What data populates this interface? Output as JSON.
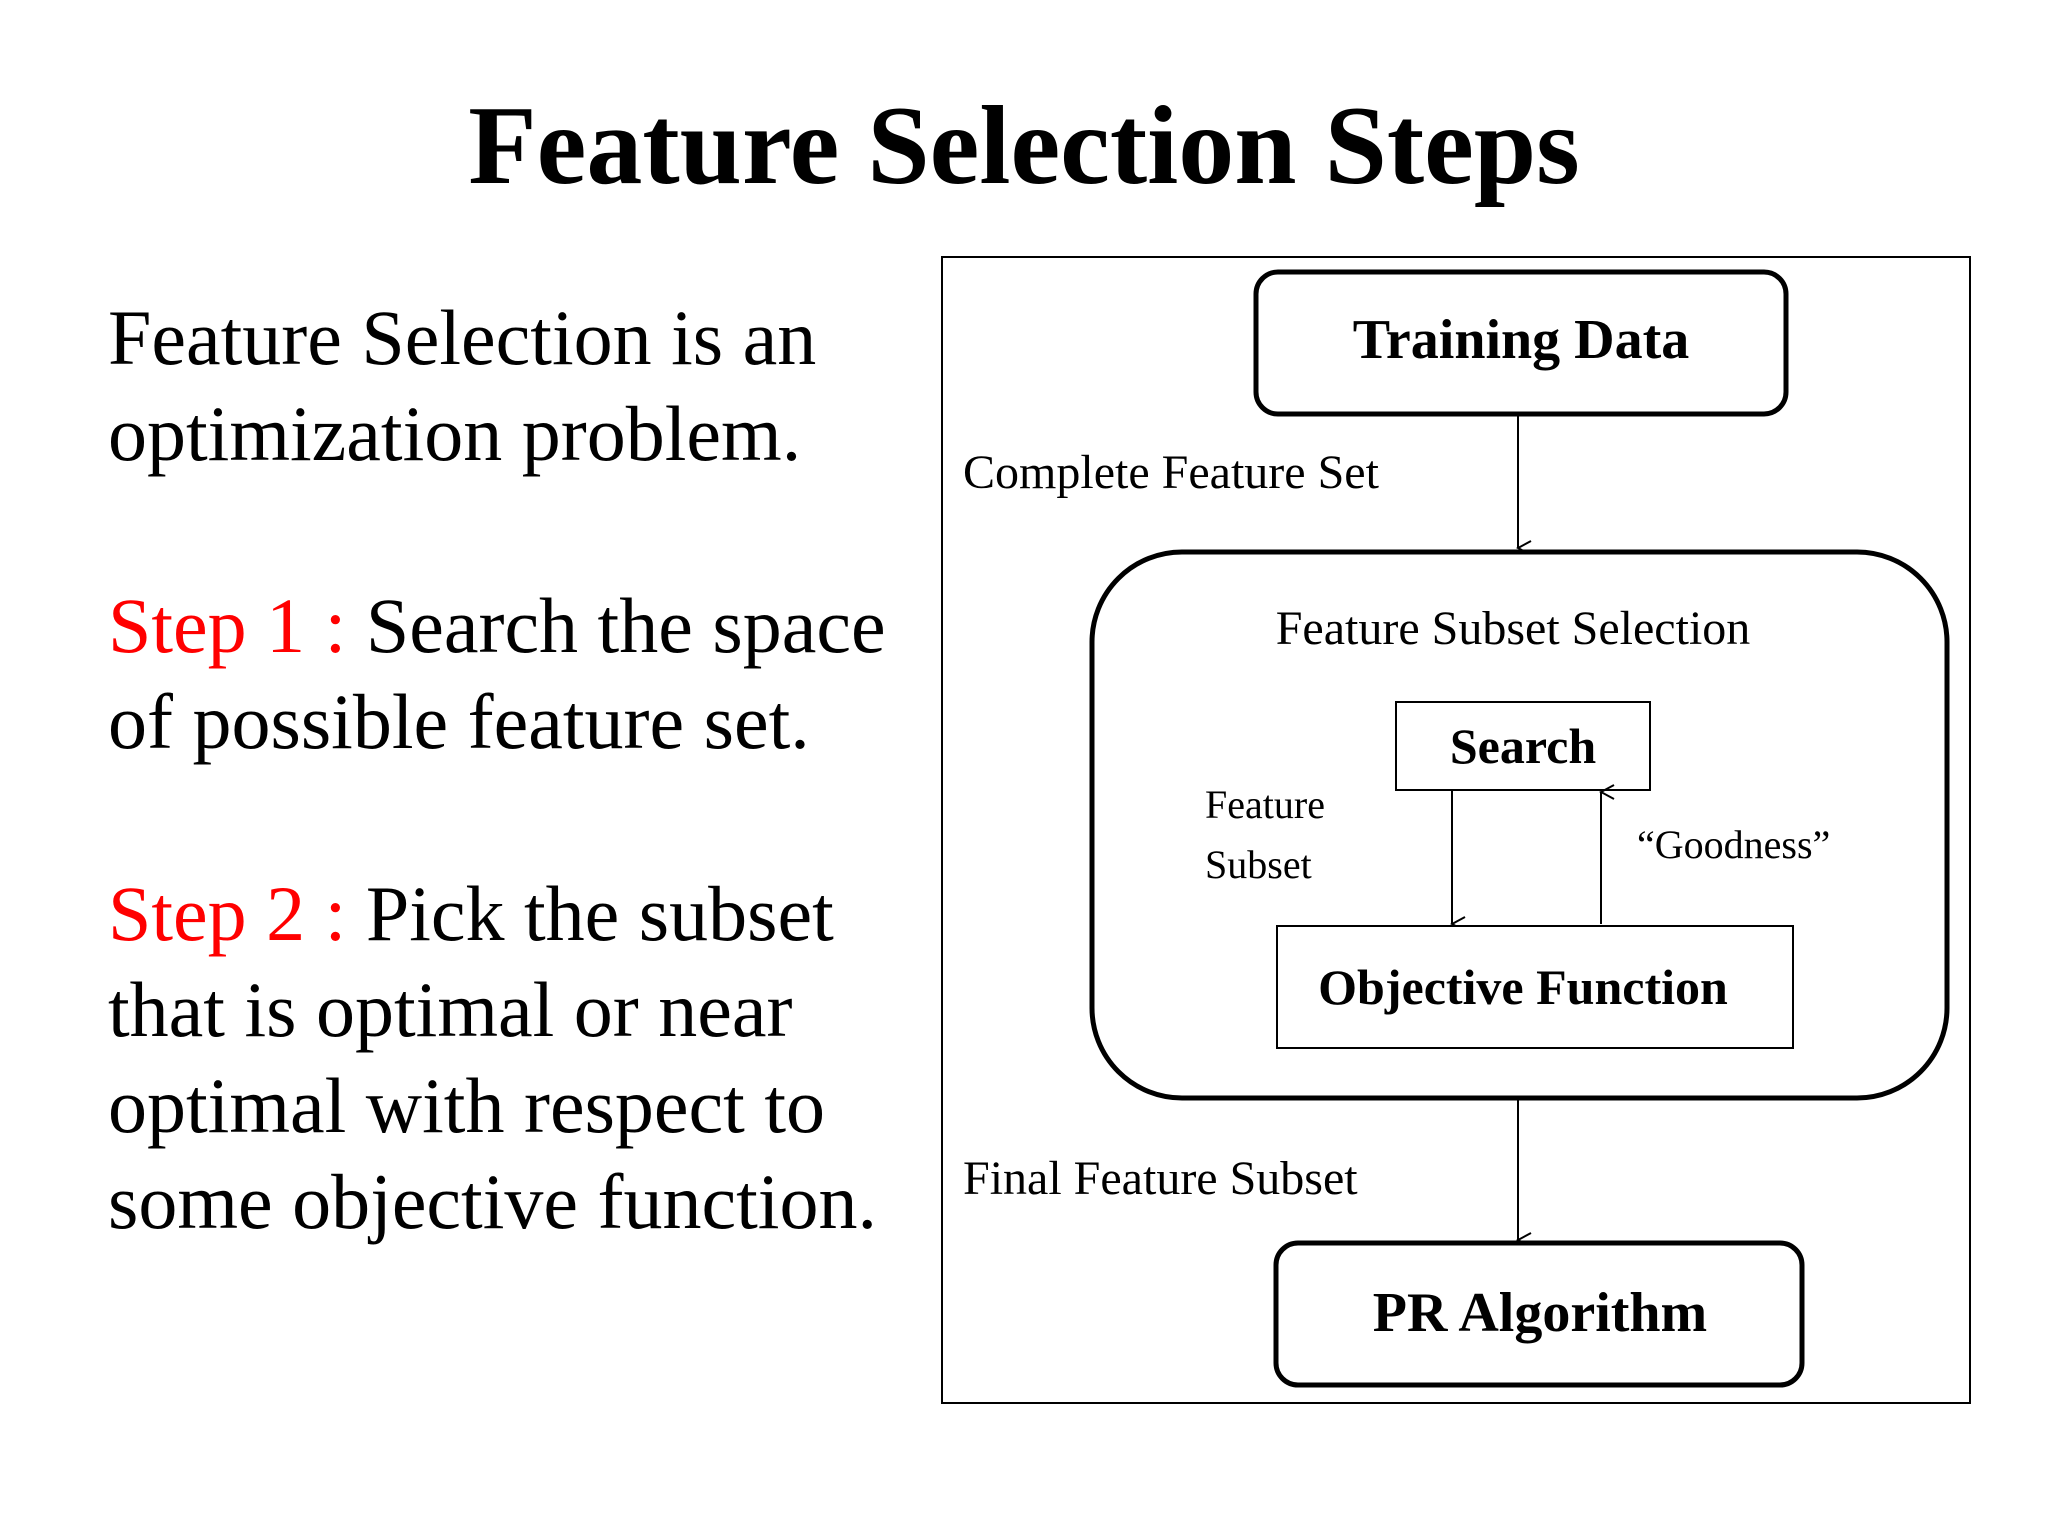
{
  "slide": {
    "title": "Feature Selection Steps",
    "intro_line1": "Feature Selection is an",
    "intro_line2": "optimization problem.",
    "step1_label": "Step 1 : ",
    "step1_line1": "Search the space",
    "step1_line2": "of possible feature set.",
    "step2_label": "Step 2 : ",
    "step2_line1": "Pick the subset",
    "step2_line2": "that is optimal or near",
    "step2_line3": "optimal with respect to",
    "step2_line4": "some objective function."
  },
  "diagram": {
    "nodes": {
      "training_data": "Training Data",
      "feature_subset_selection": "Feature Subset Selection",
      "search": "Search",
      "objective_function": "Objective Function",
      "pr_algorithm": "PR Algorithm"
    },
    "edges": {
      "complete_feature_set": "Complete Feature Set",
      "feature_subset_line1": "Feature",
      "feature_subset_line2": "Subset",
      "goodness": "“Goodness”",
      "final_feature_subset": "Final Feature Subset"
    }
  },
  "colors": {
    "step_label": "#ff0000",
    "text": "#000000",
    "background": "#ffffff"
  }
}
